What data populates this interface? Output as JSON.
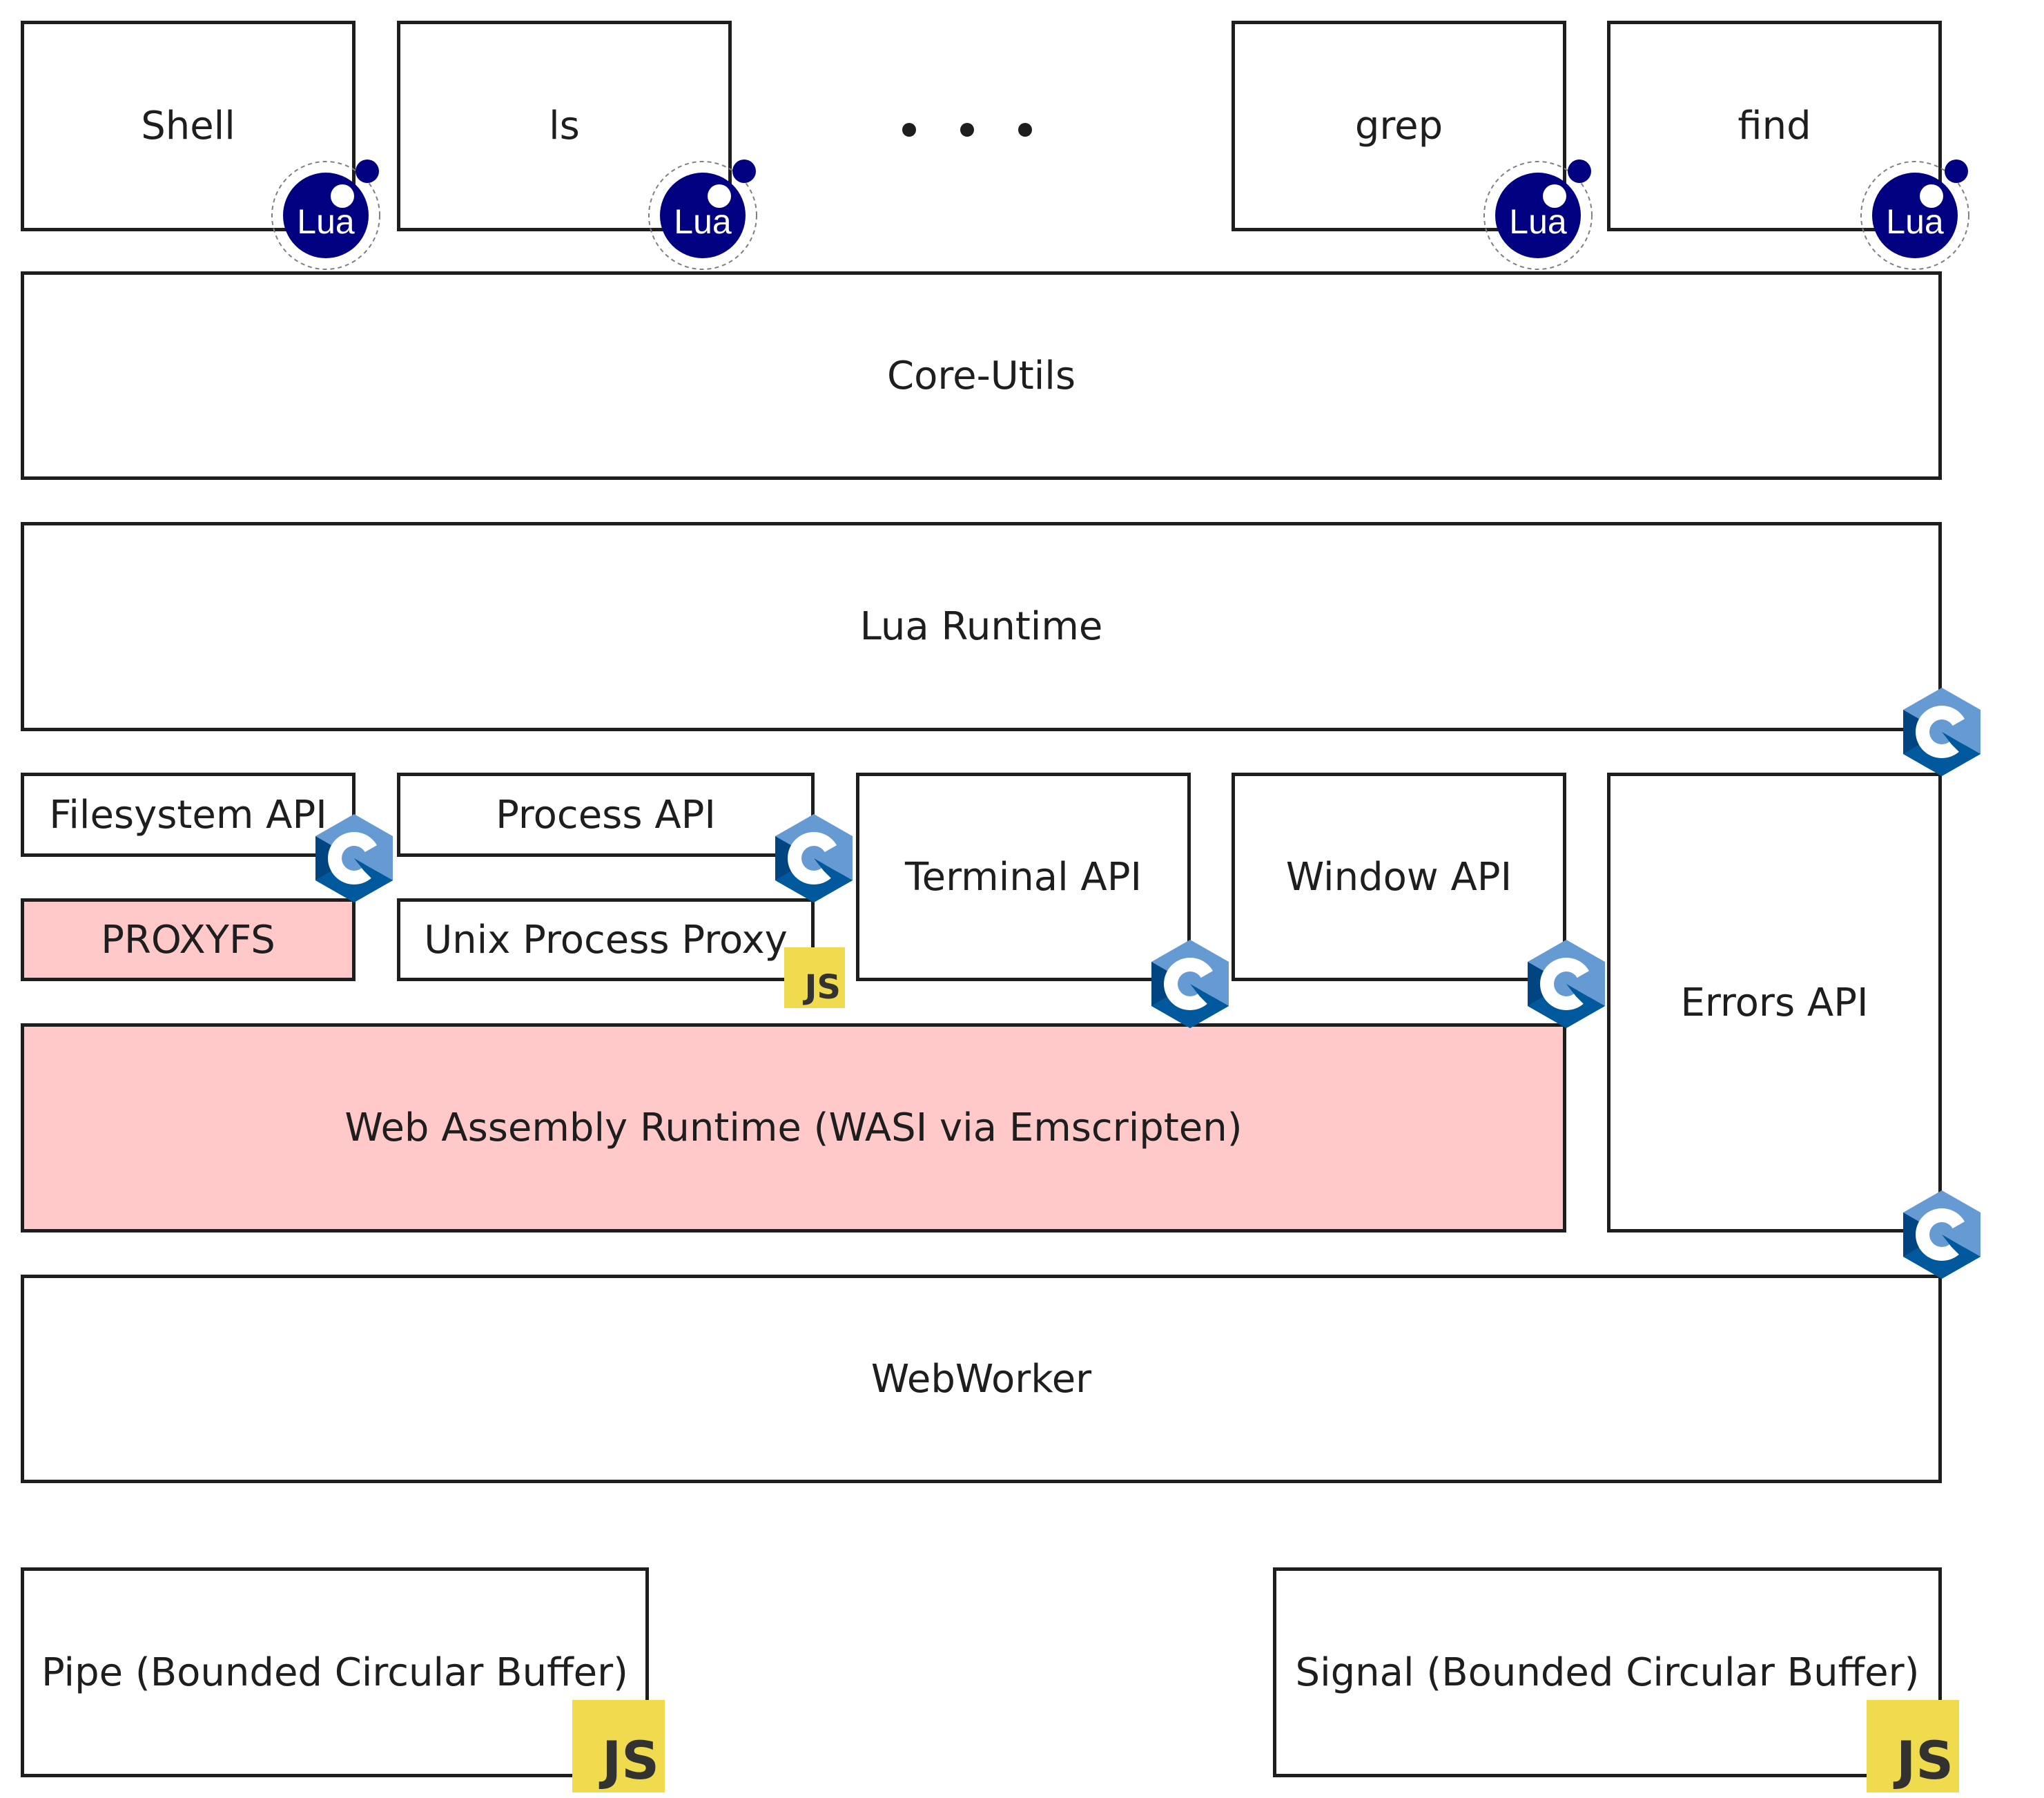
{
  "colors": {
    "pink": "#ffc9c9",
    "lua_blue": "#000080",
    "c_light": "#659ad2",
    "c_dark": "#00599c",
    "js_yellow": "#f0db4f"
  },
  "programs": {
    "shell": "Shell",
    "ls": "ls",
    "grep": "grep",
    "find": "find"
  },
  "lua_logo_text": "Lua",
  "js_logo_text": "JS",
  "layers": {
    "core_utils": "Core-Utils",
    "lua_runtime": "Lua Runtime",
    "filesystem_api": "Filesystem API",
    "process_api": "Process API",
    "terminal_api": "Terminal API",
    "window_api": "Window API",
    "errors_api": "Errors API",
    "proxyfs": "PROXYFS",
    "unix_process_proxy": "Unix Process Proxy",
    "wasm_runtime": "Web Assembly Runtime (WASI via Emscripten)",
    "webworker": "WebWorker",
    "pipe": "Pipe (Bounded Circular Buffer)",
    "signal": "Signal (Bounded Circular Buffer)"
  },
  "icons": [
    "lua-icon",
    "c-language-icon",
    "javascript-icon"
  ]
}
